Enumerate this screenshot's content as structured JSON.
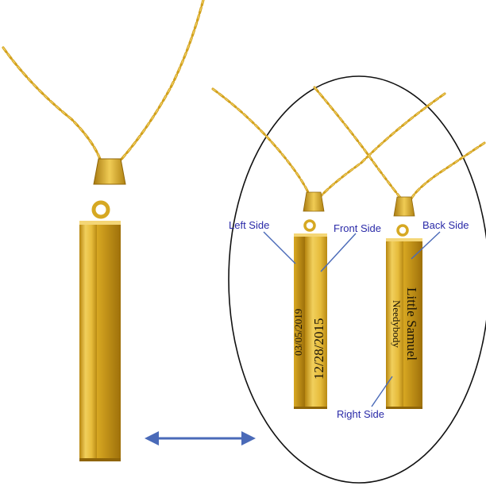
{
  "labels": {
    "left_side": "Left Side",
    "front_side": "Front Side",
    "back_side": "Back Side",
    "right_side": "Right Side"
  },
  "engravings": {
    "front_date": "12/28/2015",
    "left_date": "03/05/2019",
    "back_name": "Little Samuel",
    "right_name": "Needybody"
  },
  "colors": {
    "gold_light": "#f2cf5b",
    "gold_mid": "#d9a820",
    "gold_dark": "#a97a0c",
    "label_blue": "#2a2aa8",
    "arrow_blue": "#4a6ab8",
    "ellipse": "#111111"
  }
}
